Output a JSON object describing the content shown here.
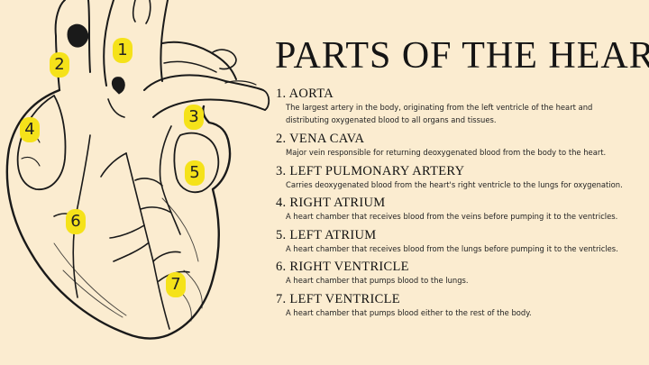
{
  "title": "PARTS OF THE HEART",
  "parts": [
    {
      "heading": "1. AORTA",
      "description": "The largest artery in the body, originating from the left ventricle of the heart and distributing oxygenated blood to all organs and tissues."
    },
    {
      "heading": "2. VENA CAVA",
      "description": "Major vein responsible for returning deoxygenated blood from the body to the heart."
    },
    {
      "heading": "3. LEFT PULMONARY ARTERY",
      "description": "Carries deoxygenated blood from the heart's right ventricle to the lungs for oxygenation."
    },
    {
      "heading": "4. RIGHT ATRIUM",
      "description": "A heart chamber that receives blood from the veins before pumping it to the ventricles."
    },
    {
      "heading": "5. LEFT ATRIUM",
      "description": "A heart chamber that receives blood from the lungs before pumping it to the ventricles."
    },
    {
      "heading": "6. RIGHT VENTRICLE",
      "description": "A heart chamber that pumps blood to the lungs."
    },
    {
      "heading": "7. LEFT VENTRICLE",
      "description": "A heart chamber that pumps blood either to the rest of the body."
    }
  ],
  "markers": [
    "1",
    "2",
    "3",
    "4",
    "5",
    "6",
    "7"
  ],
  "colors": {
    "background": "#fbecd0",
    "marker": "#f5e21a",
    "ink": "#1a1a1a"
  }
}
